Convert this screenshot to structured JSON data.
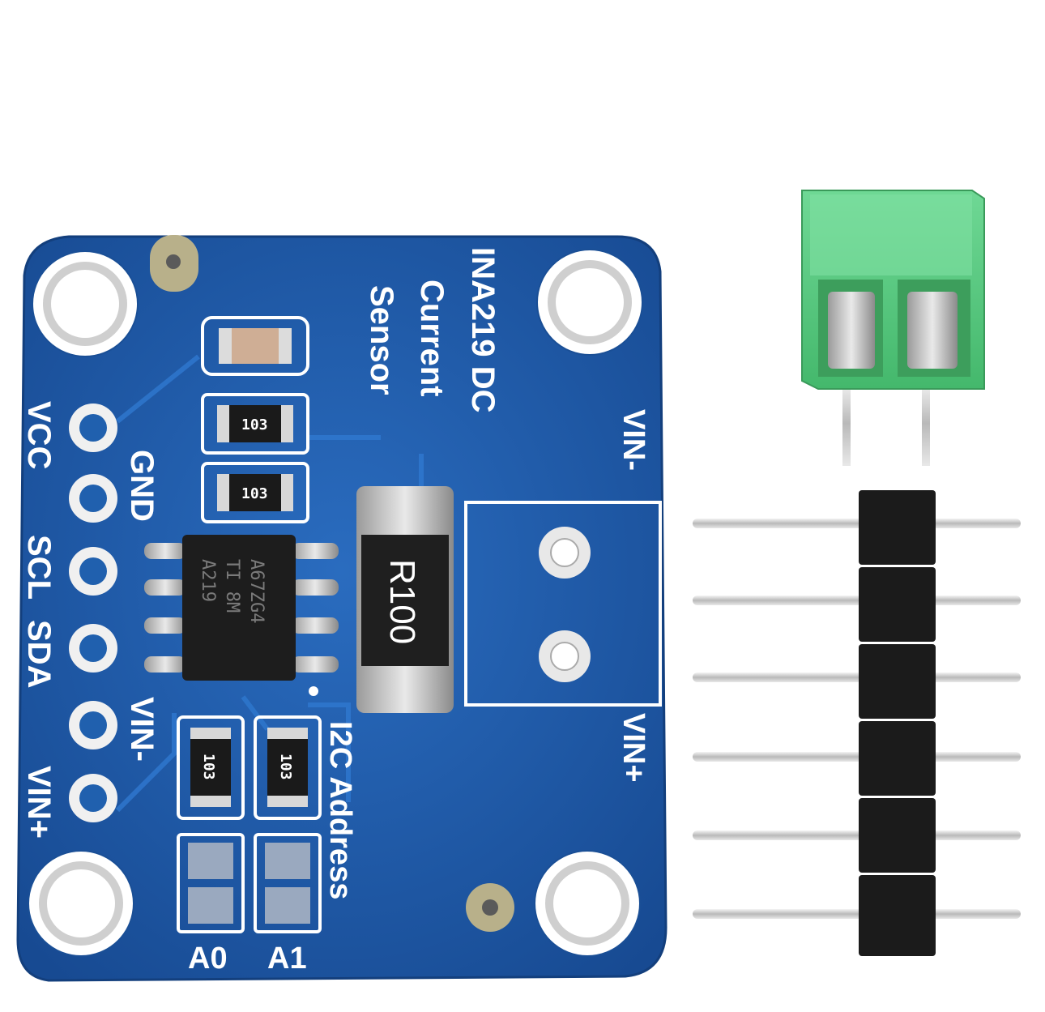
{
  "board": {
    "title_lines": [
      "INA219 DC",
      "Current",
      "Sensor"
    ],
    "pins_left": [
      "VCC",
      "SCL",
      "SDA",
      "VIN+"
    ],
    "pins_right": [
      "GND",
      "VIN-"
    ],
    "shunt_label": "R100",
    "terminal_top_label": "VIN-",
    "terminal_bottom_label": "VIN+",
    "i2c_label": "I2C Address",
    "address_labels": [
      "A0",
      "A1"
    ],
    "chip_marking": [
      "A219",
      "TI 8M",
      "A67ZG4"
    ],
    "resistor_markings": [
      "103",
      "103",
      "103",
      "103"
    ]
  },
  "colors": {
    "pcb_blue": "#1f5aa8",
    "terminal_green": "#5fcf85",
    "header_black": "#1b1b1b"
  }
}
